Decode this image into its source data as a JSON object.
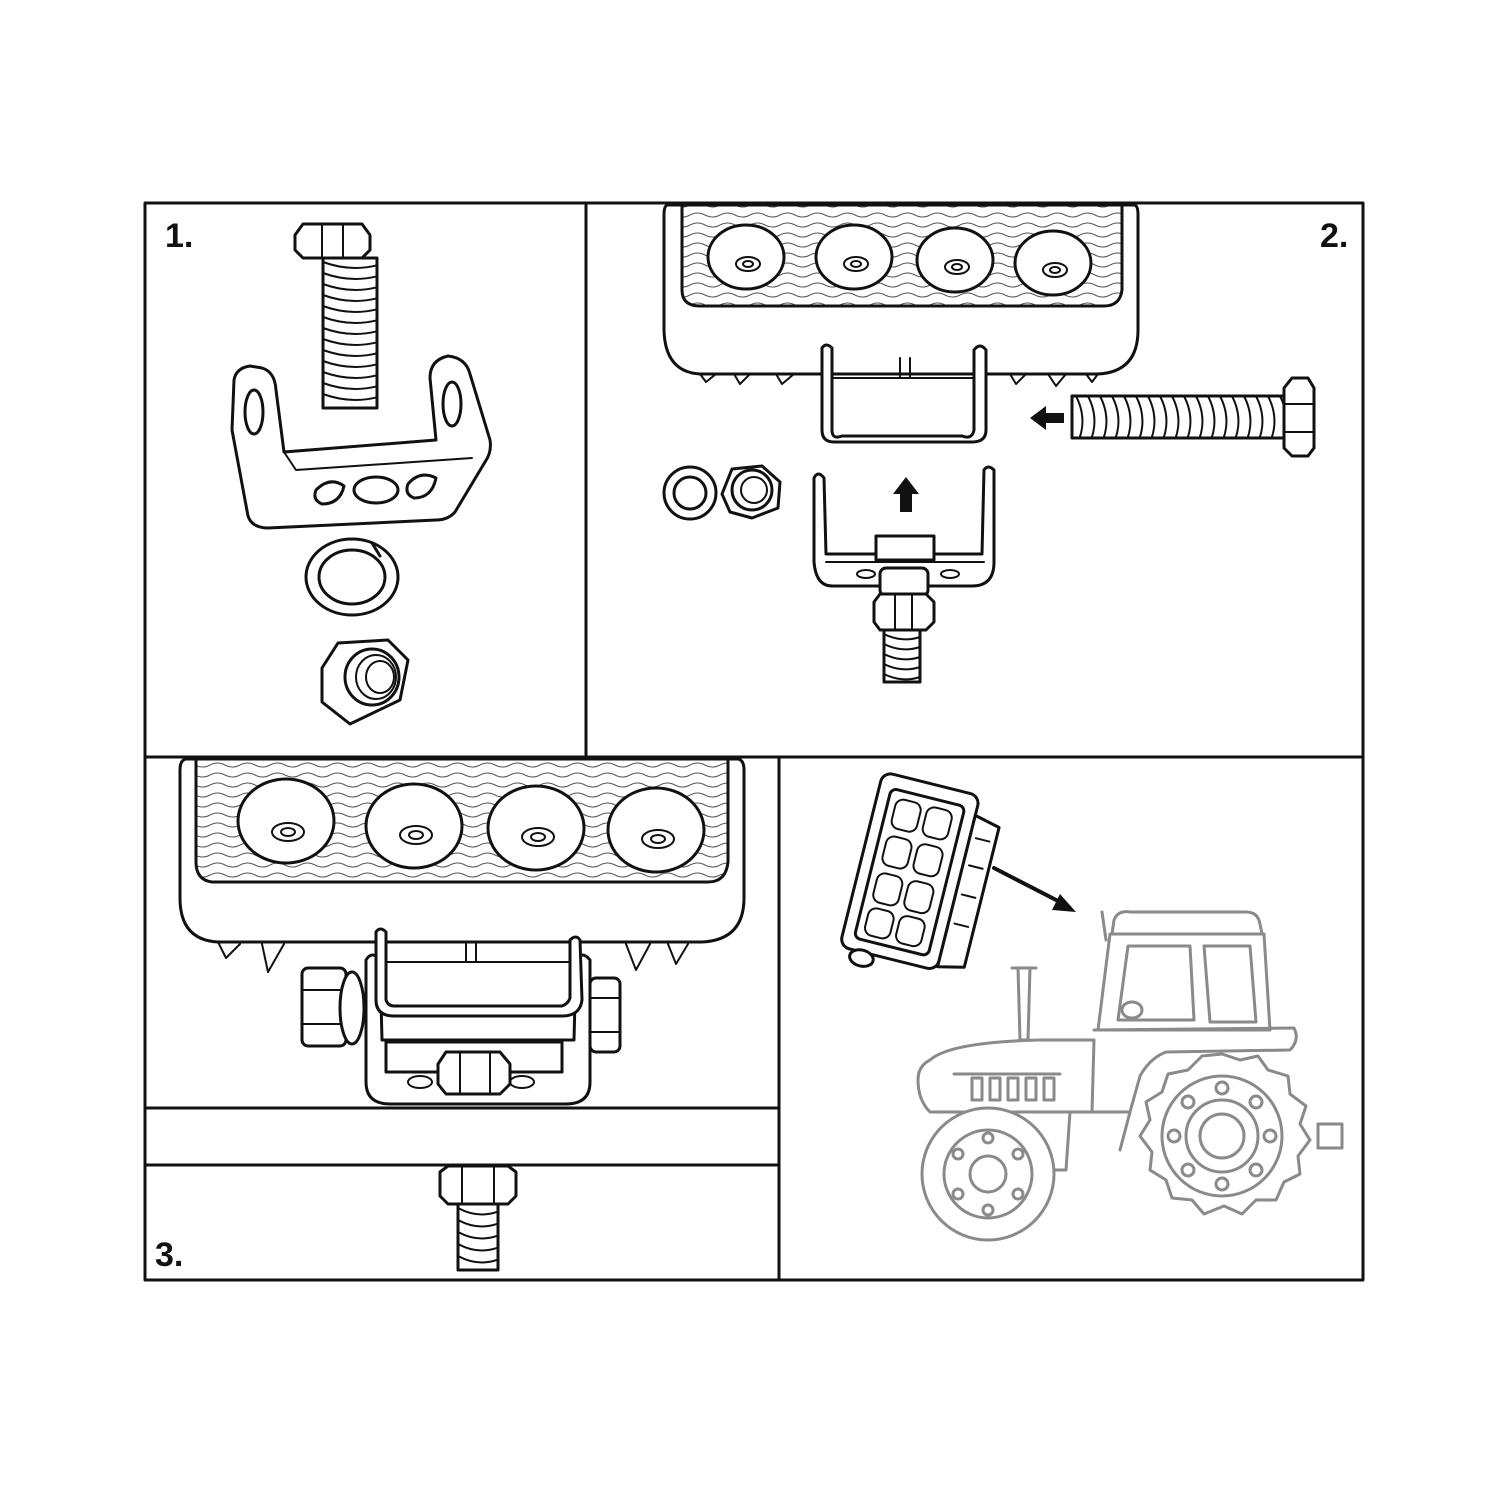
{
  "steps": [
    {
      "number": "1."
    },
    {
      "number": "2."
    },
    {
      "number": "3."
    }
  ],
  "colors": {
    "line": "#111111",
    "tractor": "#8a8a8a",
    "background": "#ffffff"
  },
  "icons": [
    "bolt-icon",
    "bracket-icon",
    "spring-washer-icon",
    "hex-nut-icon",
    "work-light-icon",
    "arrow-icon",
    "tractor-icon"
  ]
}
